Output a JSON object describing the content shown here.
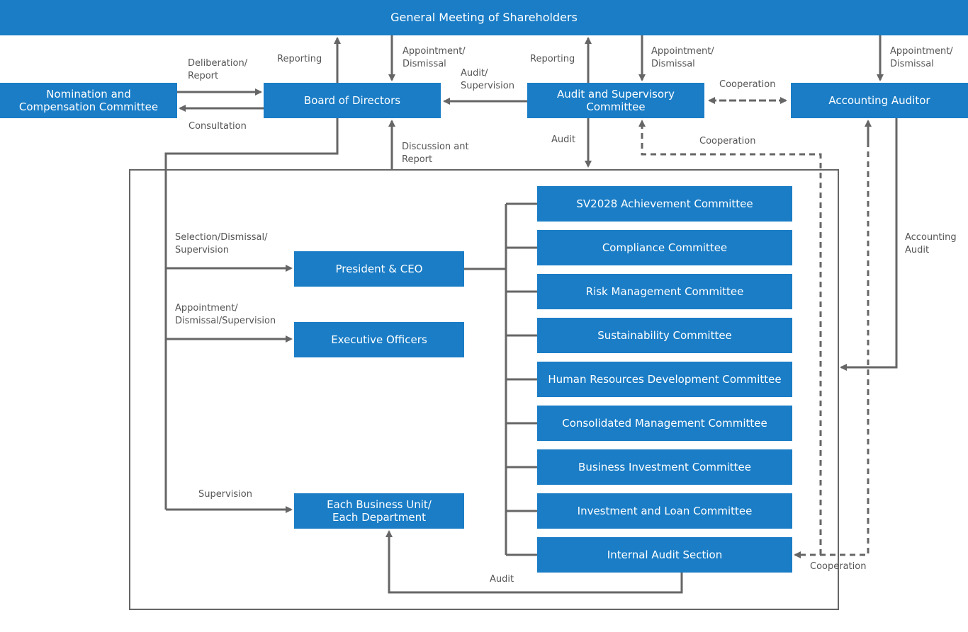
{
  "boxes": {
    "shareholders": "General Meeting of Shareholders",
    "nomination": "Nomination and\nCompensation Committee",
    "board": "Board of Directors",
    "audit_committee": "Audit and Supervisory\nCommittee",
    "accounting_auditor": "Accounting Auditor",
    "president": "President & CEO",
    "executive_officers": "Executive Officers",
    "business_unit": "Each Business Unit/\nEach Department",
    "committees": [
      "SV2028 Achievement Committee",
      "Compliance Committee",
      "Risk Management Committee",
      "Sustainability Committee",
      "Human Resources Development Committee",
      "Consolidated Management Committee",
      "Business Investment Committee",
      "Investment and Loan Committee",
      "Internal Audit Section"
    ]
  },
  "labels": {
    "deliberation_report": "Deliberation/\nReport",
    "consultation": "Consultation",
    "reporting_board": "Reporting",
    "appointment_board": "Appointment/\nDismissal",
    "audit_supervision": "Audit/\nSupervision",
    "reporting_audit": "Reporting",
    "appointment_audit": "Appointment/\nDismissal",
    "cooperation_top": "Cooperation",
    "appointment_accounting": "Appointment/\nDismissal",
    "discussion_report": "Discussion ant\nReport",
    "audit_down": "Audit",
    "cooperation_mid": "Cooperation",
    "selection_dismissal": "Selection/Dismissal/\nSupervision",
    "appointment_exec": "Appointment/\nDismissal/Supervision",
    "supervision": "Supervision",
    "accounting_audit": "Accounting\nAudit",
    "cooperation_bottom": "Cooperation",
    "audit_bottom": "Audit"
  },
  "colors": {
    "box": "#1a7dc6",
    "line": "#666666",
    "label": "#555555"
  }
}
